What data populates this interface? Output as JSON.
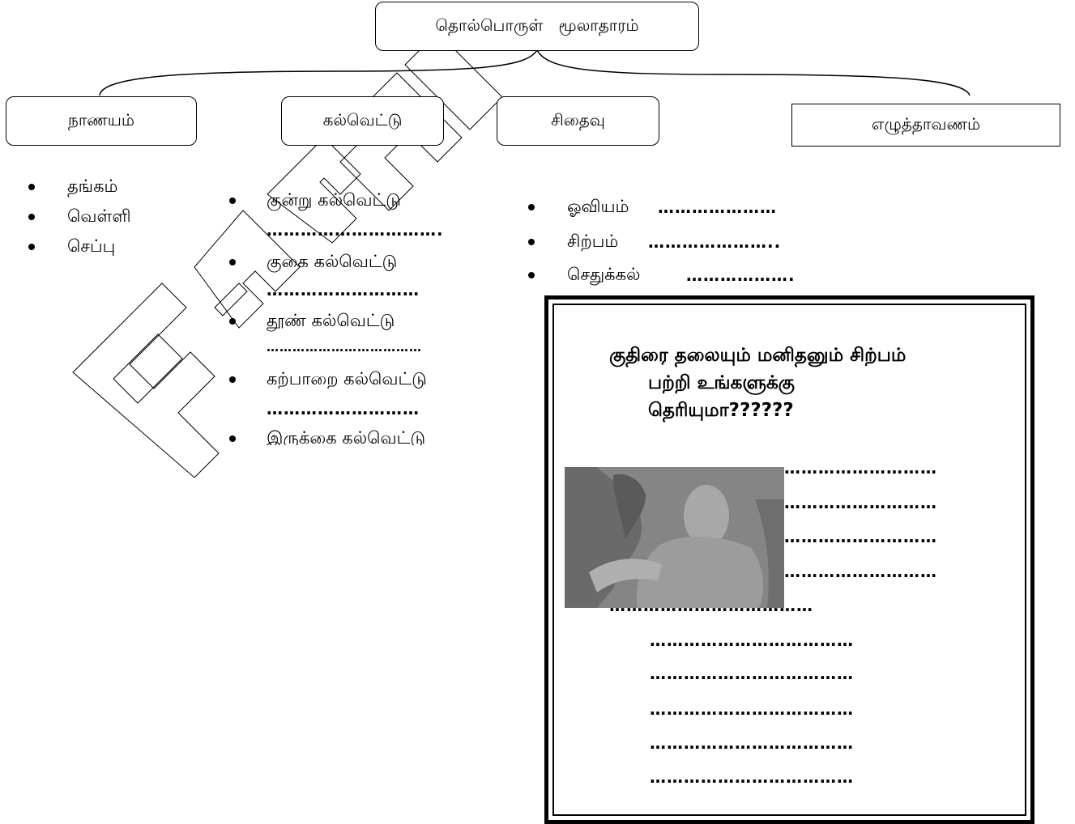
{
  "root": {
    "label": "தொல்பொருள்   மூலாதாரம்"
  },
  "categories": [
    {
      "label": "நாணயம்",
      "items": [
        "தங்கம்",
        "வெள்ளி",
        "செப்பு"
      ]
    },
    {
      "label": "கல்வெட்டு",
      "items": [
        "குன்று கல்வெட்டு",
        "குகை கல்வெட்டு",
        "தூண் கல்வெட்டு",
        "கற்பாறை கல்வெட்டு",
        "இருக்கை கல்வெட்டு"
      ]
    },
    {
      "label": "சிதைவு",
      "items": [
        "ஓவியம்",
        "சிற்பம்",
        "செதுக்கல்"
      ]
    },
    {
      "label": "எழுத்தாவணம்"
    }
  ],
  "dotted": {
    "kal_1": "………………………….",
    "kal_2": "………………………",
    "kal_3": "………………………………",
    "kal_4": "………………………",
    "sit_1": "…………………",
    "sit_2": "…………………..",
    "sit_3": "………………."
  },
  "question_box": {
    "line1": "குதிரை தலையும் மனிதனும் சிற்பம்",
    "line2": "பற்றி உங்களுக்கு",
    "line3": "தெரியுமா??????",
    "side_line": "………………………",
    "full_line": "………………………………"
  },
  "watermark": {
    "text": "FARH"
  }
}
